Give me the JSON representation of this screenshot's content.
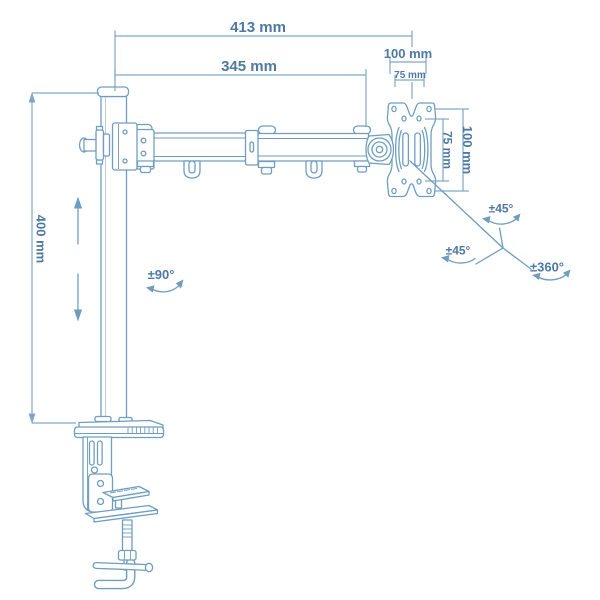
{
  "page": {
    "title": "Monitor desk mount arm — technical dimension diagram",
    "background": "#ffffff"
  },
  "colors": {
    "structure_line": "#6f9dbf",
    "dimension_line": "#7fa6c5",
    "label_text": "#4d79a3"
  },
  "dimensions": {
    "total_reach": "413 mm",
    "arm_length": "345 mm",
    "vesa_plate_width": "100 mm",
    "vesa_hole_spacing_h": "75 mm",
    "vesa_hole_spacing_v": "75 mm",
    "vesa_plate_height": "100 mm",
    "pole_height": "400 mm"
  },
  "rotations": {
    "pole_swivel": "±90°",
    "tilt_upper": "±45°",
    "tilt_lower": "±45°",
    "screen_rotation": "±360°"
  }
}
